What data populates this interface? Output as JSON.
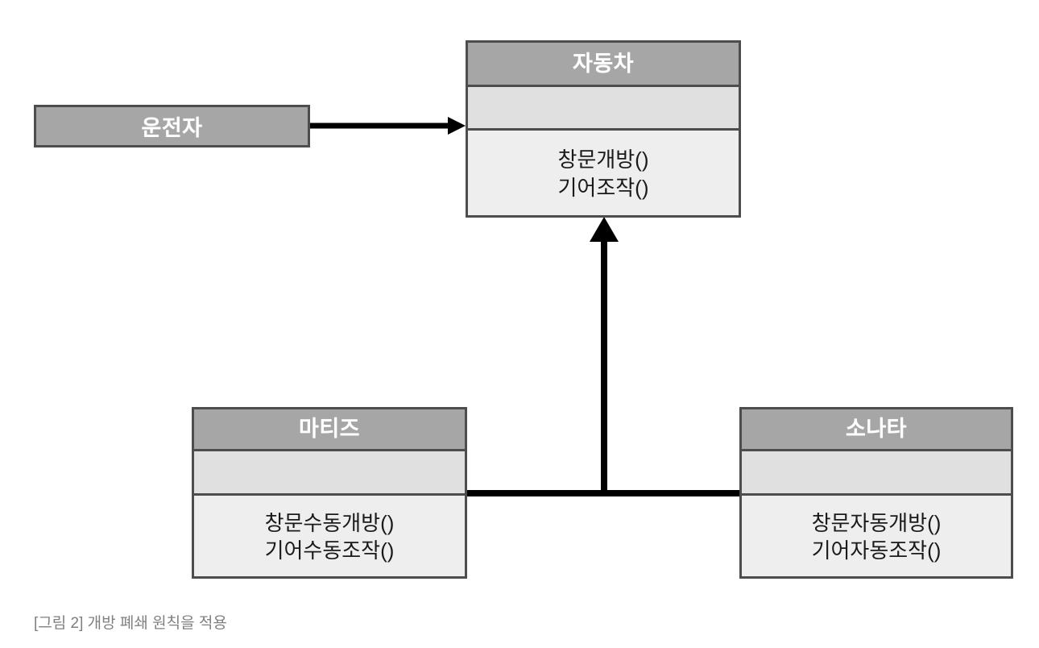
{
  "diagram": {
    "title": "개방 폐쇄 원칙을 적용",
    "caption": "[그림 2] 개방 폐쇄 원칙을 적용",
    "caption_color": "#808080",
    "background_color": "#ffffff",
    "header_fill": "#a6a6a6",
    "attributes_fill": "#e0e0e0",
    "methods_fill": "#eeeeee",
    "border_color": "#4d4d4d",
    "connector_color": "#000000",
    "header_text_color": "#ffffff",
    "body_text_color": "#1a1a1a"
  },
  "actor": {
    "name": "운전자"
  },
  "classes": {
    "base": {
      "name": "자동차",
      "attributes": [],
      "methods": [
        "창문개방()",
        "기어조작()"
      ]
    },
    "sub_left": {
      "name": "마티즈",
      "attributes": [],
      "methods": [
        "창문수동개방()",
        "기어수동조작()"
      ]
    },
    "sub_right": {
      "name": "소나타",
      "attributes": [],
      "methods": [
        "창문자동개방()",
        "기어자동조작()"
      ]
    }
  },
  "relations": [
    {
      "id": "uses",
      "from": "운전자",
      "to": "자동차",
      "kind": "association-arrow"
    },
    {
      "id": "inherit-left",
      "from": "마티즈",
      "to": "자동차",
      "kind": "generalization"
    },
    {
      "id": "inherit-right",
      "from": "소나타",
      "to": "자동차",
      "kind": "generalization"
    }
  ]
}
